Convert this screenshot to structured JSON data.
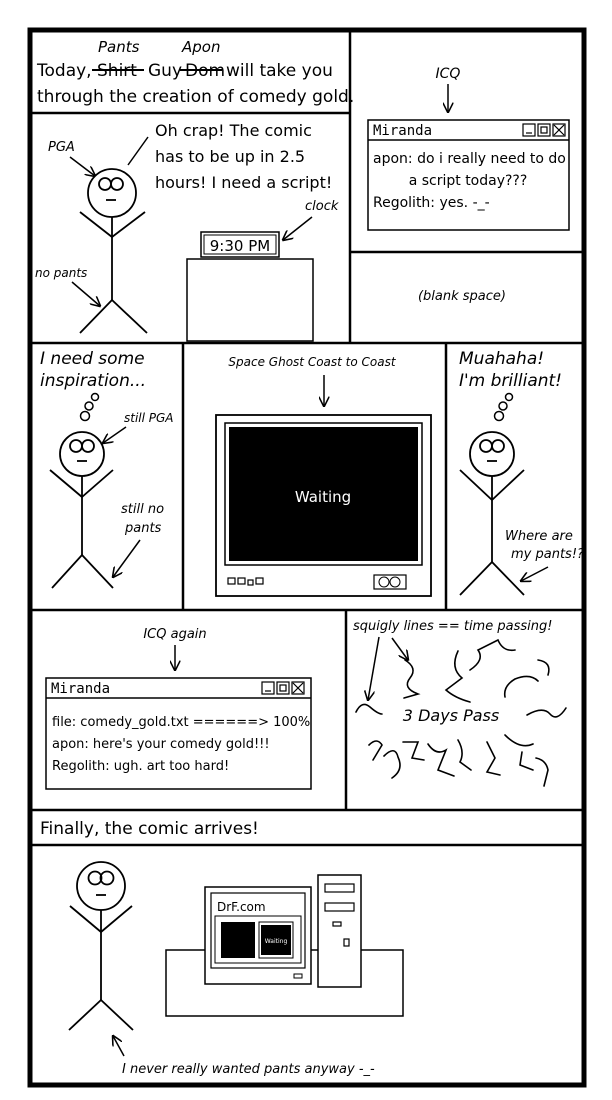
{
  "panel1": {
    "pants": "Pants",
    "apon": "Apon",
    "today": "Today,",
    "shirt": "Shirt",
    "guy": "Guy",
    "dom": "Dom",
    "will_take": "will take you",
    "line2": "through the creation of comedy gold."
  },
  "panel2": {
    "pga_label": "PGA",
    "speech": [
      "Oh crap!  The comic",
      "has to be up in 2.5",
      "hours!  I need a script!"
    ],
    "clock_label": "clock",
    "clock_time": "9:30 PM",
    "no_pants": "no pants"
  },
  "panel3": {
    "icq": "ICQ",
    "window_title": "Miranda",
    "lines": [
      "apon: do i really need to do",
      "a script today???",
      "Regolith: yes. -_-"
    ]
  },
  "panel4": {
    "text": "(blank space)"
  },
  "panel5": {
    "thought": [
      "I need some",
      "inspiration..."
    ],
    "still_pga": "still PGA",
    "still_no_pants": [
      "still no",
      "pants"
    ]
  },
  "panel6": {
    "label": "Space Ghost Coast to Coast",
    "screen_text": "Waiting"
  },
  "panel7": {
    "thought": [
      "Muahaha!",
      "I'm brilliant!"
    ],
    "where": [
      "Where are",
      "my pants!?"
    ]
  },
  "panel8": {
    "icq_again": "ICQ again",
    "window_title": "Miranda",
    "lines": [
      "file: comedy_gold.txt ======> 100%",
      "apon: here's your comedy gold!!!",
      "Regolith: ugh. art too hard!"
    ]
  },
  "panel9": {
    "squigly": "squigly lines == time passing!",
    "days": "3 Days Pass"
  },
  "panel10": {
    "text": "Finally, the comic arrives!"
  },
  "panel11": {
    "site": "DrF.com",
    "mini_screen": "Waiting",
    "caption": "I never really wanted pants anyway -_-"
  }
}
